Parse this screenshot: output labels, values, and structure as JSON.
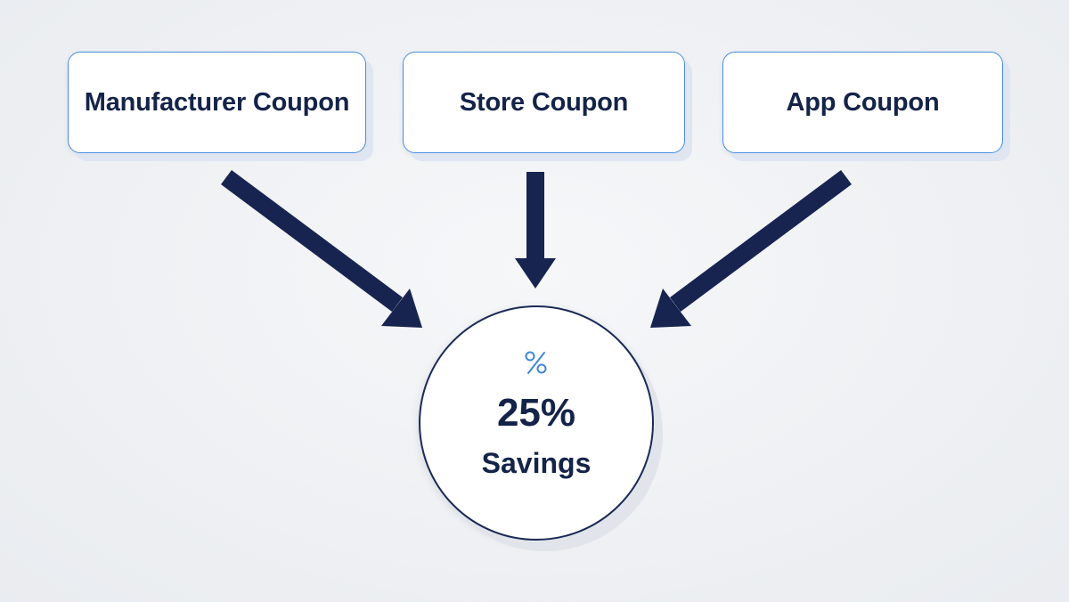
{
  "coupons": [
    {
      "label": "Manufacturer Coupon"
    },
    {
      "label": "Store Coupon"
    },
    {
      "label": "App Coupon"
    }
  ],
  "result": {
    "icon": "percent-icon",
    "value": "25%",
    "label": "Savings"
  },
  "colors": {
    "box_border": "#4a8fe0",
    "text": "#142348",
    "arrow": "#16244f",
    "icon": "#3f86d8",
    "background": "#eef0f3"
  }
}
